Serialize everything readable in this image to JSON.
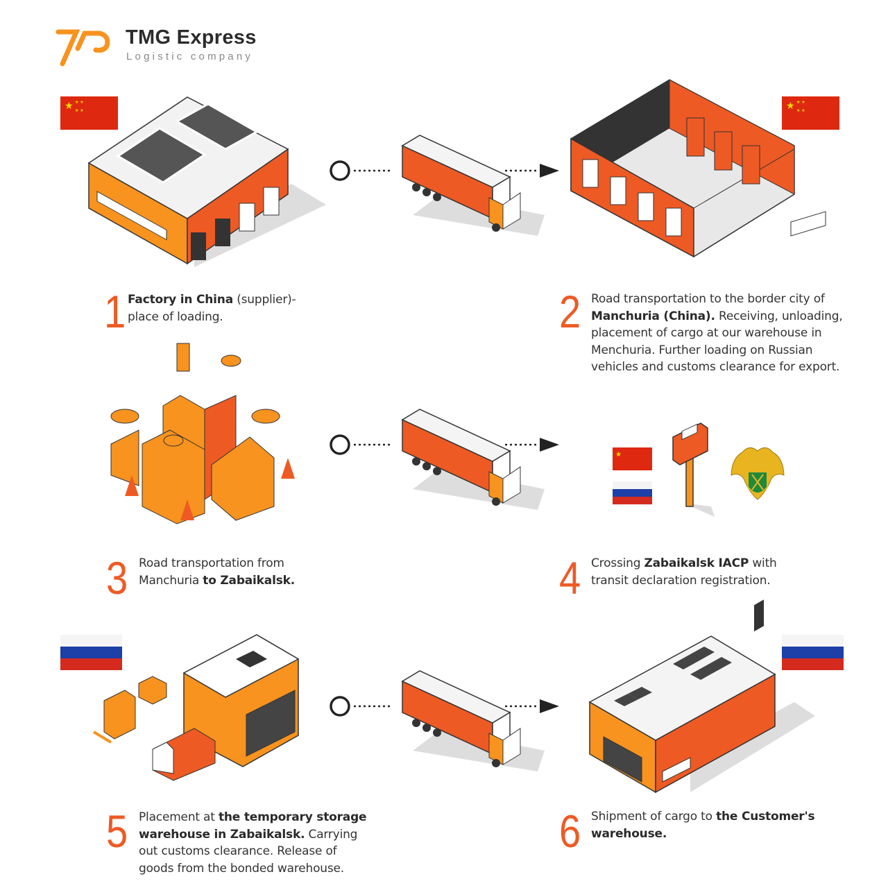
{
  "brand": {
    "name": "TMG Express",
    "tagline": "Logistic company",
    "accent": "#ee5a24",
    "orange": "#f7931e"
  },
  "steps": [
    {
      "number": "1",
      "segments": [
        {
          "text": "Factory in China",
          "bold": true
        },
        {
          "text": " (supplier)-",
          "bold": false
        },
        {
          "text": " place of loading.",
          "bold": false
        }
      ]
    },
    {
      "number": "2",
      "segments": [
        {
          "text": "Road transportation to the border city of ",
          "bold": false
        },
        {
          "text": "Manchuria (China).",
          "bold": true
        },
        {
          "text": " Receiving, unloading, placement of cargo at our warehouse in Menchuria. Further loading on Russian vehicles and customs clearance for export.",
          "bold": false
        }
      ]
    },
    {
      "number": "3",
      "segments": [
        {
          "text": "Road transportation from Manchuria ",
          "bold": false
        },
        {
          "text": " to Zabaikalsk.",
          "bold": true
        }
      ]
    },
    {
      "number": "4",
      "segments": [
        {
          "text": "Crossing ",
          "bold": false
        },
        {
          "text": "Zabaikalsk IACP",
          "bold": true
        },
        {
          "text": " with transit declaration registration.",
          "bold": false
        }
      ]
    },
    {
      "number": "5",
      "segments": [
        {
          "text": "Placement at ",
          "bold": false
        },
        {
          "text": "the temporary storage warehouse in Zabaikalsk.",
          "bold": true
        },
        {
          "text": " Carrying out customs clearance. Release of goods from the bonded warehouse.",
          "bold": false
        }
      ]
    },
    {
      "number": "6",
      "segments": [
        {
          "text": "Shipment of cargo to ",
          "bold": false
        },
        {
          "text": "the Customer's warehouse.",
          "bold": true
        }
      ]
    }
  ],
  "flags": {
    "china": "china-flag",
    "russia": "russia-flag"
  }
}
